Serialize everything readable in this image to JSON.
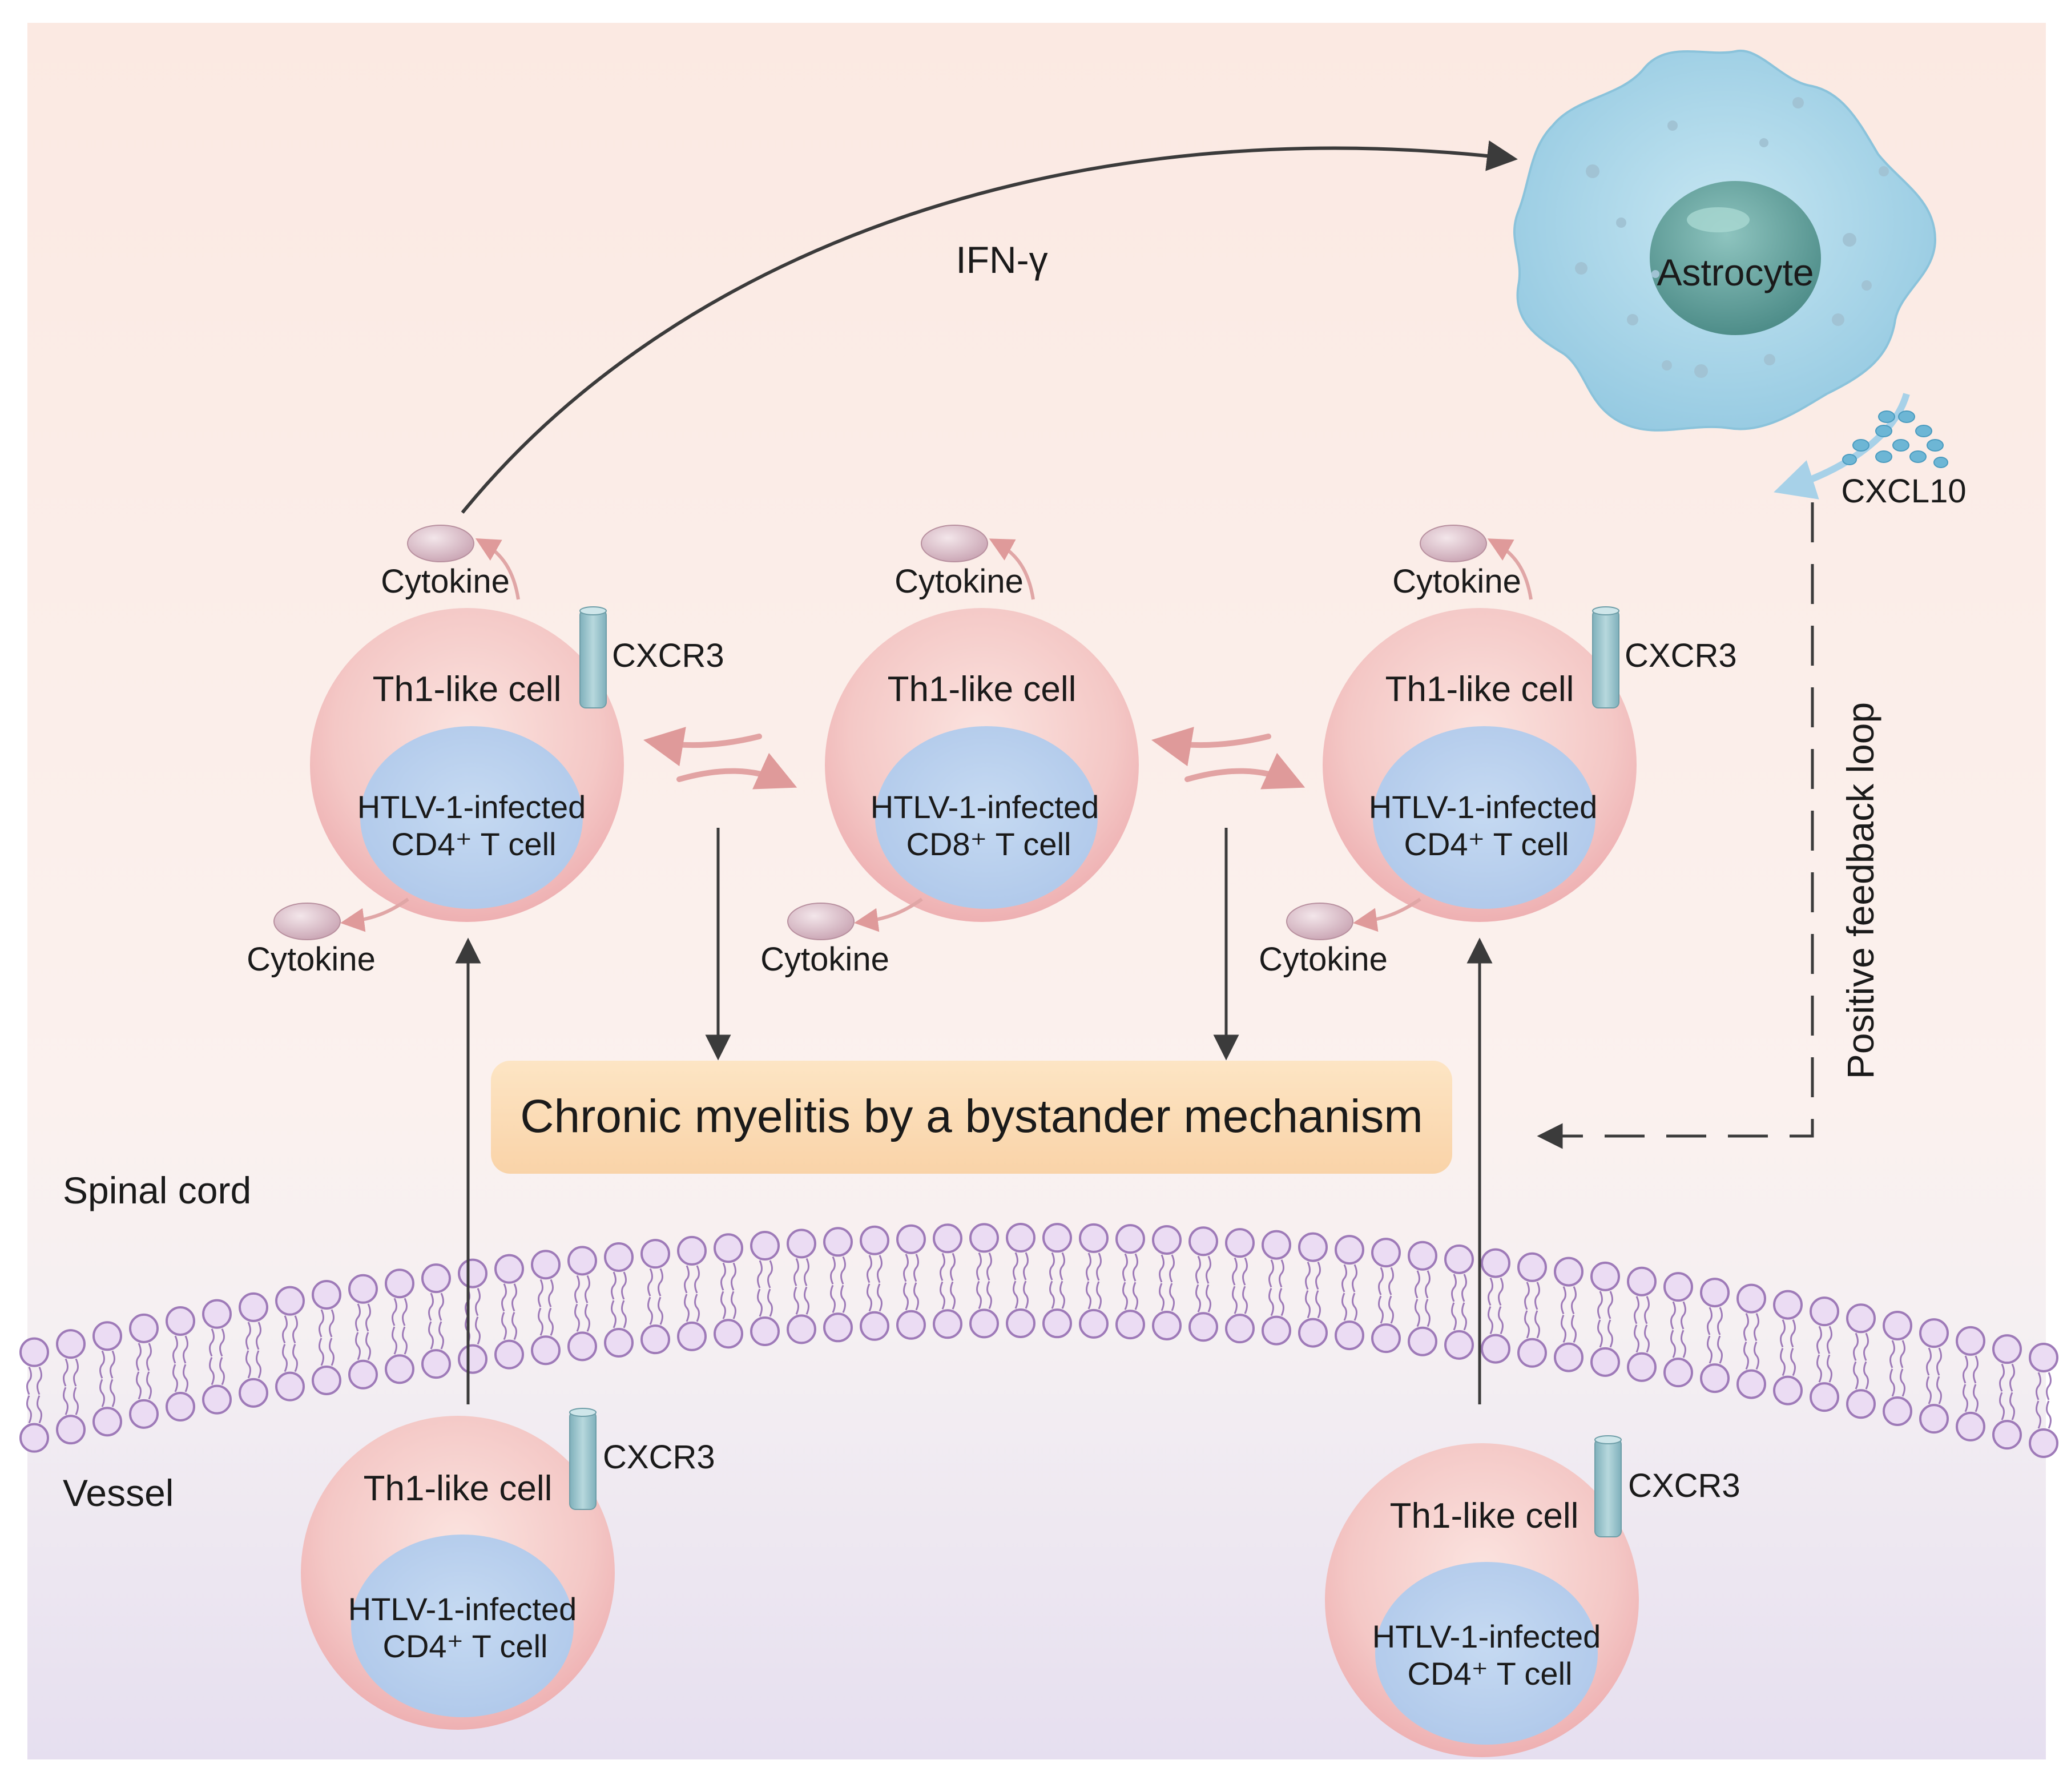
{
  "regions": {
    "spinal_cord": "Spinal cord",
    "vessel": "Vessel"
  },
  "astrocyte": {
    "label": "Astrocyte",
    "chemokine": "CXCL10"
  },
  "signals": {
    "ifn": "IFN-γ",
    "feedback": "Positive feedback loop"
  },
  "outcome": "Chronic myelitis by a bystander mechanism",
  "cells": {
    "top_left": {
      "outer": "Th1-like cell",
      "inner1": "HTLV-1-infected",
      "inner2": "CD4⁺ T cell",
      "receptor": "CXCR3",
      "cyto_top": "Cytokine",
      "cyto_bottom": "Cytokine"
    },
    "top_middle": {
      "outer": "Th1-like cell",
      "inner1": "HTLV-1-infected",
      "inner2": "CD8⁺ T cell",
      "cyto_top": "Cytokine",
      "cyto_bottom": "Cytokine"
    },
    "top_right": {
      "outer": "Th1-like cell",
      "inner1": "HTLV-1-infected",
      "inner2": "CD4⁺ T cell",
      "receptor": "CXCR3",
      "cyto_top": "Cytokine",
      "cyto_bottom": "Cytokine"
    },
    "bottom_left": {
      "outer": "Th1-like cell",
      "inner1": "HTLV-1-infected",
      "inner2": "CD4⁺ T cell",
      "receptor": "CXCR3"
    },
    "bottom_right": {
      "outer": "Th1-like cell",
      "inner1": "HTLV-1-infected",
      "inner2": "CD4⁺ T cell",
      "receptor": "CXCR3"
    }
  },
  "colors": {
    "spinal_bg": "#fbeee8",
    "vessel_bg": "#e8e2f0",
    "cell_outer": "#f2c3c3",
    "cell_inner": "#bcd2ee",
    "receptor": "#9ec4cc",
    "astrocyte": "#a9d6ea",
    "nucleus": "#5f9e9a",
    "outcome_box": "#fbdcb6",
    "membrane": "#9e7ab8",
    "cytokine": "#d9b9c5",
    "interaction_arrow": "#e4a3a3"
  }
}
